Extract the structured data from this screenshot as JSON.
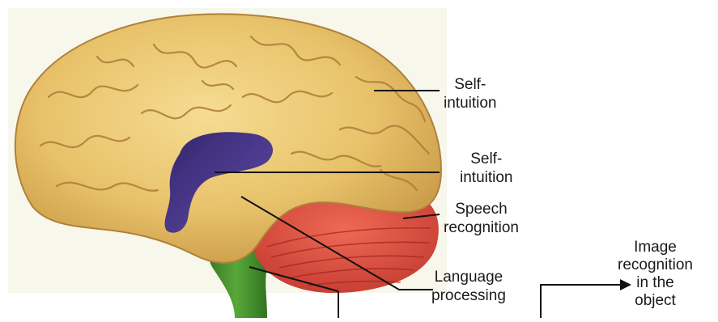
{
  "diagram": {
    "labels": [
      {
        "id": "self-intuition-upper",
        "lines": [
          "Self-",
          "intuition"
        ]
      },
      {
        "id": "self-intuition-middle",
        "lines": [
          "Self-",
          "intuition"
        ]
      },
      {
        "id": "speech-recognition",
        "lines": [
          "Speech",
          "recognition"
        ]
      },
      {
        "id": "language-processing",
        "lines": [
          "Language",
          "processing"
        ]
      },
      {
        "id": "image-recognition",
        "lines": [
          "Image",
          "recognition",
          "in the",
          "object"
        ]
      }
    ],
    "colors": {
      "cortex": "#e8c26a",
      "cortex_dark": "#b0803a",
      "limbic": "#3b2a8a",
      "brainstem": "#3f8a2a",
      "cerebellum": "#d8473a",
      "background_panel": "#f7f7ec",
      "line": "#111111"
    }
  }
}
